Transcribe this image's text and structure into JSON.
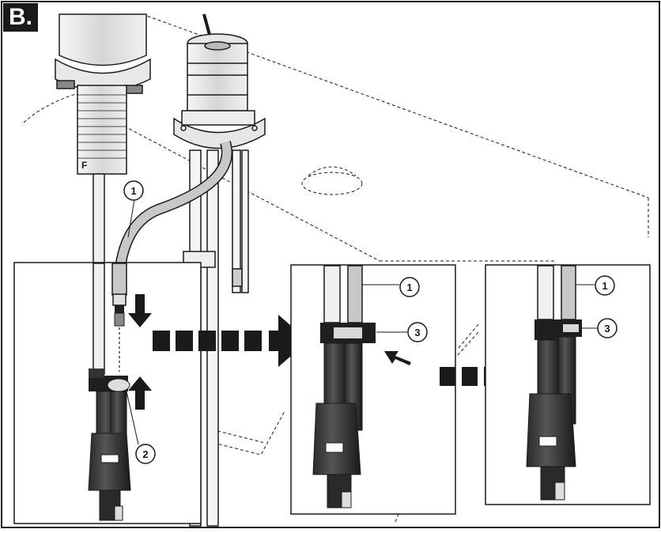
{
  "step_label": "B.",
  "callouts": {
    "left_hose": "1",
    "left_clip": "2",
    "middle_hose": "1",
    "middle_clip": "3",
    "right_hose": "1",
    "right_clip": "3"
  },
  "colors": {
    "outline": "#1a1a1a",
    "background": "#ffffff",
    "hose": "#c8c8c8",
    "dark_part": "#1f1f1f",
    "chrome": "#e6e6e6"
  }
}
